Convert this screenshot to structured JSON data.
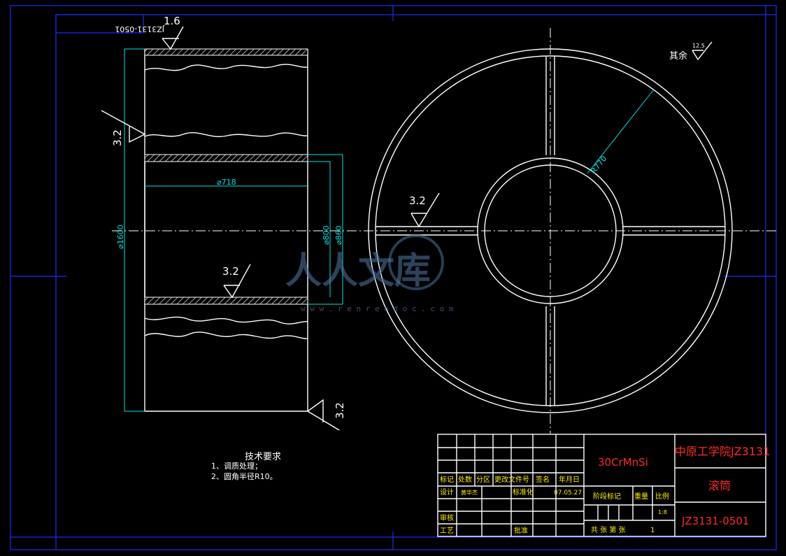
{
  "drawing_number_mirrored": "JZ3131-0501",
  "roughness": {
    "top": "1.6",
    "left": "3.2",
    "bottom_right": "3.2",
    "inner": "3.2",
    "circle_view": "3.2",
    "other_label": "其余",
    "other_value": "12.5"
  },
  "dimensions": {
    "d718": "⌀718",
    "d1600": "⌀1600",
    "d800": "⌀800",
    "d860": "⌀860",
    "r770": "R770"
  },
  "watermark": {
    "text": "人人文库",
    "url": "w w w . r e n r e n d o c . c o m"
  },
  "tech_requirements": {
    "title": "技术要求",
    "items": [
      "1、调质处理；",
      "2、圆角半径R10。"
    ]
  },
  "title_block": {
    "material": "30CrMnSi",
    "school": "中原工学院JZ3131",
    "part_name": "滚筒",
    "drawing_no": "JZ3131-0501",
    "header_cells": [
      "标记",
      "处数",
      "分区",
      "更改文件号",
      "签名",
      "年月日"
    ],
    "row_design_label": "设计",
    "designer": "黄华杰",
    "standardize_label": "标准化",
    "date": "07.05.27",
    "review_label": "审核",
    "process_label": "工艺",
    "approve_label": "批准",
    "stage_label": "阶段标记",
    "weight_label": "重量",
    "scale_label": "比例",
    "scale_value": "1:8",
    "sheets_text": "共  张 第  张",
    "sheet_no": "1"
  }
}
